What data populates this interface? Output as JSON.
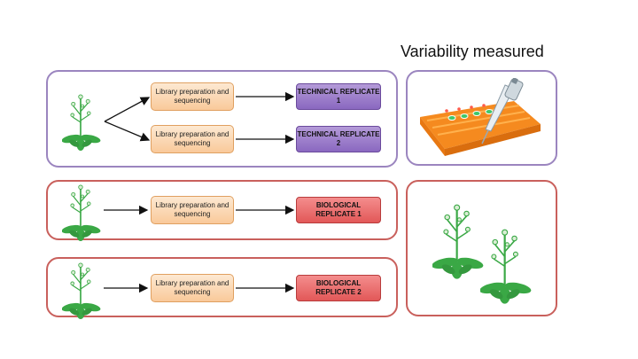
{
  "heading": "Variability measured",
  "steps": {
    "tech1": "Library preparation and sequencing",
    "tech2": "Library preparation and sequencing",
    "bio1": "Library preparation and sequencing",
    "bio2": "Library preparation and sequencing"
  },
  "replicates": {
    "tech1": "TECHNICAL REPLICATE 1",
    "tech2": "TECHNICAL REPLICATE 2",
    "bio1": "BIOLOGICAL REPLICATE 1",
    "bio2": "BIOLOGICAL REPLICATE 2"
  },
  "colors": {
    "technical": "#9b85bf",
    "biological": "#c9605c",
    "plant": "#3aa845",
    "library_box": "#f9c99a"
  },
  "icons": [
    "plant-icon",
    "pipette-plate-icon"
  ]
}
